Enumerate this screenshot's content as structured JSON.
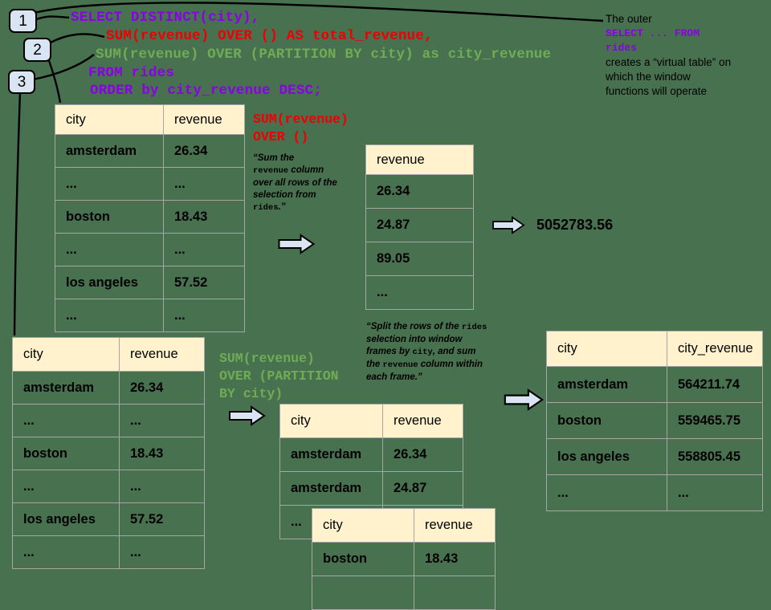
{
  "callouts": {
    "box1": "1",
    "box2": "2",
    "box3": "3"
  },
  "code": {
    "line1": "SELECT DISTINCT(city),",
    "line2": "SUM(revenue) OVER () AS total_revenue,",
    "line3": "SUM(revenue) OVER (PARTITION BY city) as city_revenue",
    "line4": "FROM rides",
    "line5": "ORDER by city_revenue DESC;"
  },
  "right_note": {
    "line1": "The outer",
    "code1": "SELECT ... FROM",
    "code2": "rides",
    "line2": "creates a “virtual table” on",
    "line3": "which the window",
    "line4": "functions will operate"
  },
  "total_annotation": {
    "code_line1": "SUM(revenue)",
    "code_line2": "OVER ()",
    "quote_lines": [
      [
        {
          "t": "“Sum the"
        }
      ],
      [
        {
          "t": "revenue",
          "mono": true
        },
        {
          "t": " column"
        }
      ],
      [
        {
          "t": "over all rows of the"
        }
      ],
      [
        {
          "t": "selection from"
        }
      ],
      [
        {
          "t": "rides",
          "mono": true
        },
        {
          "t": ".”"
        }
      ]
    ]
  },
  "partition_annotation": {
    "code_line1": "SUM(revenue)",
    "code_line2": "OVER (PARTITION",
    "code_line3": "BY city)",
    "quote_lines": [
      [
        {
          "t": "“Split the rows of the "
        },
        {
          "t": "rides",
          "mono": true
        }
      ],
      [
        {
          "t": "selection into window"
        }
      ],
      [
        {
          "t": "frames by "
        },
        {
          "t": "city",
          "mono": true
        },
        {
          "t": ", and sum"
        }
      ],
      [
        {
          "t": "the "
        },
        {
          "t": "revenue",
          "mono": true
        },
        {
          "t": " column within"
        }
      ],
      [
        {
          "t": "each frame.”"
        }
      ]
    ]
  },
  "tables": {
    "source_top": {
      "headers": [
        "city",
        "revenue"
      ],
      "rows": [
        [
          "amsterdam",
          "26.34"
        ],
        [
          "...",
          "..."
        ],
        [
          "boston",
          "18.43"
        ],
        [
          "...",
          "..."
        ],
        [
          "los angeles",
          "57.52"
        ],
        [
          "...",
          "..."
        ]
      ]
    },
    "revenue_only": {
      "headers": [
        "revenue"
      ],
      "rows": [
        [
          "26.34"
        ],
        [
          "24.87"
        ],
        [
          "89.05"
        ],
        [
          "..."
        ]
      ]
    },
    "source_bottom": {
      "headers": [
        "city",
        "revenue"
      ],
      "rows": [
        [
          "amsterdam",
          "26.34"
        ],
        [
          "...",
          "..."
        ],
        [
          "boston",
          "18.43"
        ],
        [
          "...",
          "..."
        ],
        [
          "los angeles",
          "57.52"
        ],
        [
          "...",
          "..."
        ]
      ]
    },
    "partition_amsterdam": {
      "headers": [
        "city",
        "revenue"
      ],
      "rows": [
        [
          "amsterdam",
          "26.34"
        ],
        [
          "amsterdam",
          "24.87"
        ],
        [
          "...",
          ""
        ]
      ]
    },
    "partition_boston": {
      "headers": [
        "city",
        "revenue"
      ],
      "rows": [
        [
          "boston",
          "18.43"
        ],
        [
          "",
          ""
        ]
      ]
    },
    "result": {
      "headers": [
        "city",
        "city_revenue"
      ],
      "rows": [
        [
          "amsterdam",
          "564211.74"
        ],
        [
          "boston",
          "559465.75"
        ],
        [
          "los angeles",
          "558805.45"
        ],
        [
          "...",
          "..."
        ]
      ]
    }
  },
  "total_result": "5052783.56",
  "colors": {
    "background": "#48714F",
    "header_fill": "#FFF2CC",
    "table_border": "#A6A6A6",
    "callout_fill": "#D9E5F3",
    "arrow_fill": "#D9E5F3",
    "sql_purple": "#8B00E8",
    "sql_red": "#EE0000",
    "sql_green": "#6FAC55"
  }
}
